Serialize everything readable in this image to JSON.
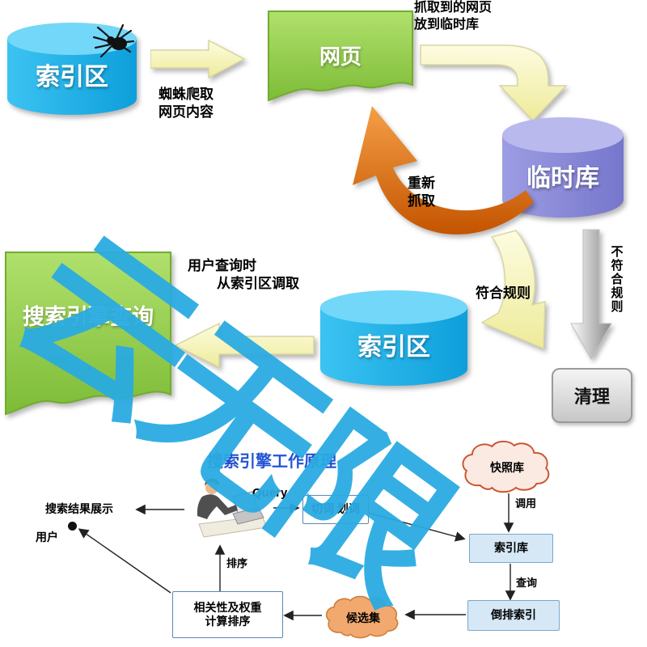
{
  "watermark": {
    "text": "云无限"
  },
  "colors": {
    "watermark_blue": "#29ABE2",
    "cylinder_blue": "#18B2EC",
    "cylinder_purple": "#8787D8",
    "doc_green": "#8CC63F",
    "arrow_yellow": "#F2EFA3",
    "arrow_orange": "#D95B00",
    "title_blue": "#2353D4"
  },
  "icons": {
    "spider": "🕷",
    "person_at_computer": "💻"
  },
  "flowchart": {
    "index_db_top": {
      "label": "索引区"
    },
    "webpage_doc": {
      "label": "网页"
    },
    "temp_db": {
      "label": "临时库"
    },
    "index_db_main": {
      "label": "索引区"
    },
    "clean_box": {
      "label": "清理"
    },
    "query_doc": {
      "label": "搜索引擎查询"
    },
    "labels": {
      "crawl_line1": "蜘蛛爬取",
      "crawl_line2": "网页内容",
      "to_temp_line1": "抓取到的网页",
      "to_temp_line2": "放到临时库",
      "recrawl_line1": "重新",
      "recrawl_line2": "抓取",
      "conform": "符合规则",
      "nonconform": "不符合规则",
      "fetch_line1": "用户查询时",
      "fetch_line2": "从索引区调取"
    }
  },
  "bottom_flow": {
    "title": "搜索引擎工作原理",
    "query_label": "Query",
    "segment_box_label": "切词 划词",
    "snapshot_cloud_label": "快照库",
    "snapshot_link_label": "调用",
    "index_box_label": "索引库",
    "index_link_label": "查询",
    "inverted_box_label": "倒排索引",
    "candidate_cloud_label": "候选集",
    "rank_box_line1": "相关性及权重",
    "rank_box_line2": "计算排序",
    "sort_link_label": "排序",
    "result_label": "搜索结果展示",
    "user_label": "用户"
  }
}
